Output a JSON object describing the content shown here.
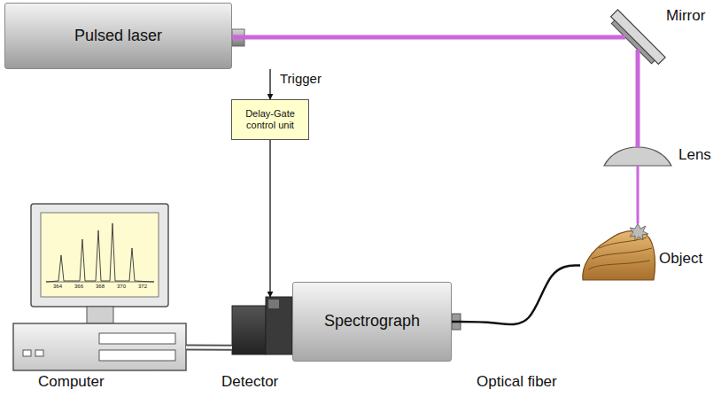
{
  "diagram": {
    "nodes": [
      {
        "text": [
          "Pulsed laser"
        ]
      },
      {
        "text": [
          "Mirror"
        ]
      },
      {
        "text": [
          "Delay-Gate control unit"
        ]
      },
      {
        "text": [
          "Lens"
        ]
      },
      {
        "text": [
          "Object"
        ]
      },
      {
        "text": [
          "Computer"
        ]
      },
      {
        "text": [
          "Detector"
        ]
      },
      {
        "text": [
          "Spectrograph"
        ]
      }
    ],
    "edges": [
      {
        "from": 0,
        "to": 1,
        "arrow": "none"
      },
      {
        "from": 1,
        "to": 3,
        "arrow": "none"
      },
      {
        "from": 3,
        "to": 4,
        "arrow": "none"
      },
      {
        "from": 0,
        "to": 2,
        "label": "Trigger",
        "arrow": "to"
      },
      {
        "from": 2,
        "to": 6,
        "arrow": "to"
      },
      {
        "from": 6,
        "to": 5,
        "arrow": "none"
      },
      {
        "from": 4,
        "to": 7,
        "arrow": "none"
      }
    ],
    "labels": [
      "Optical fiber",
      "364",
      "366",
      "368",
      "370",
      "372"
    ]
  }
}
